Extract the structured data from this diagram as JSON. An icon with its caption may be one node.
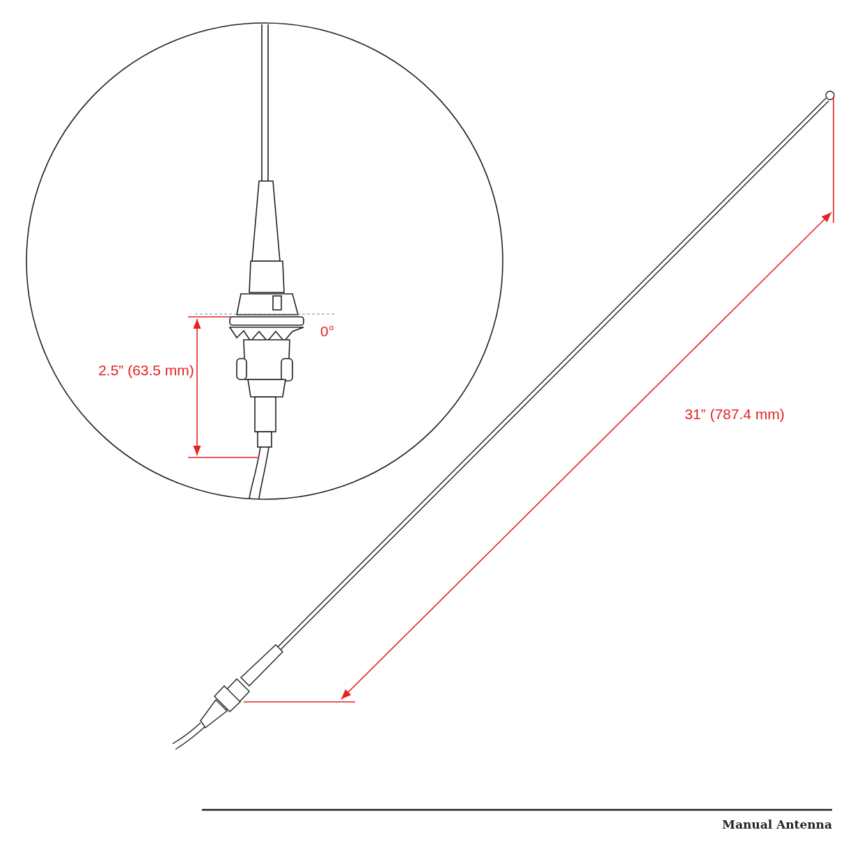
{
  "diagram": {
    "labels": [
      "0°",
      "2.5” (63.5 mm)",
      "31” (787.4 mm)",
      "Manual Antenna"
    ]
  }
}
